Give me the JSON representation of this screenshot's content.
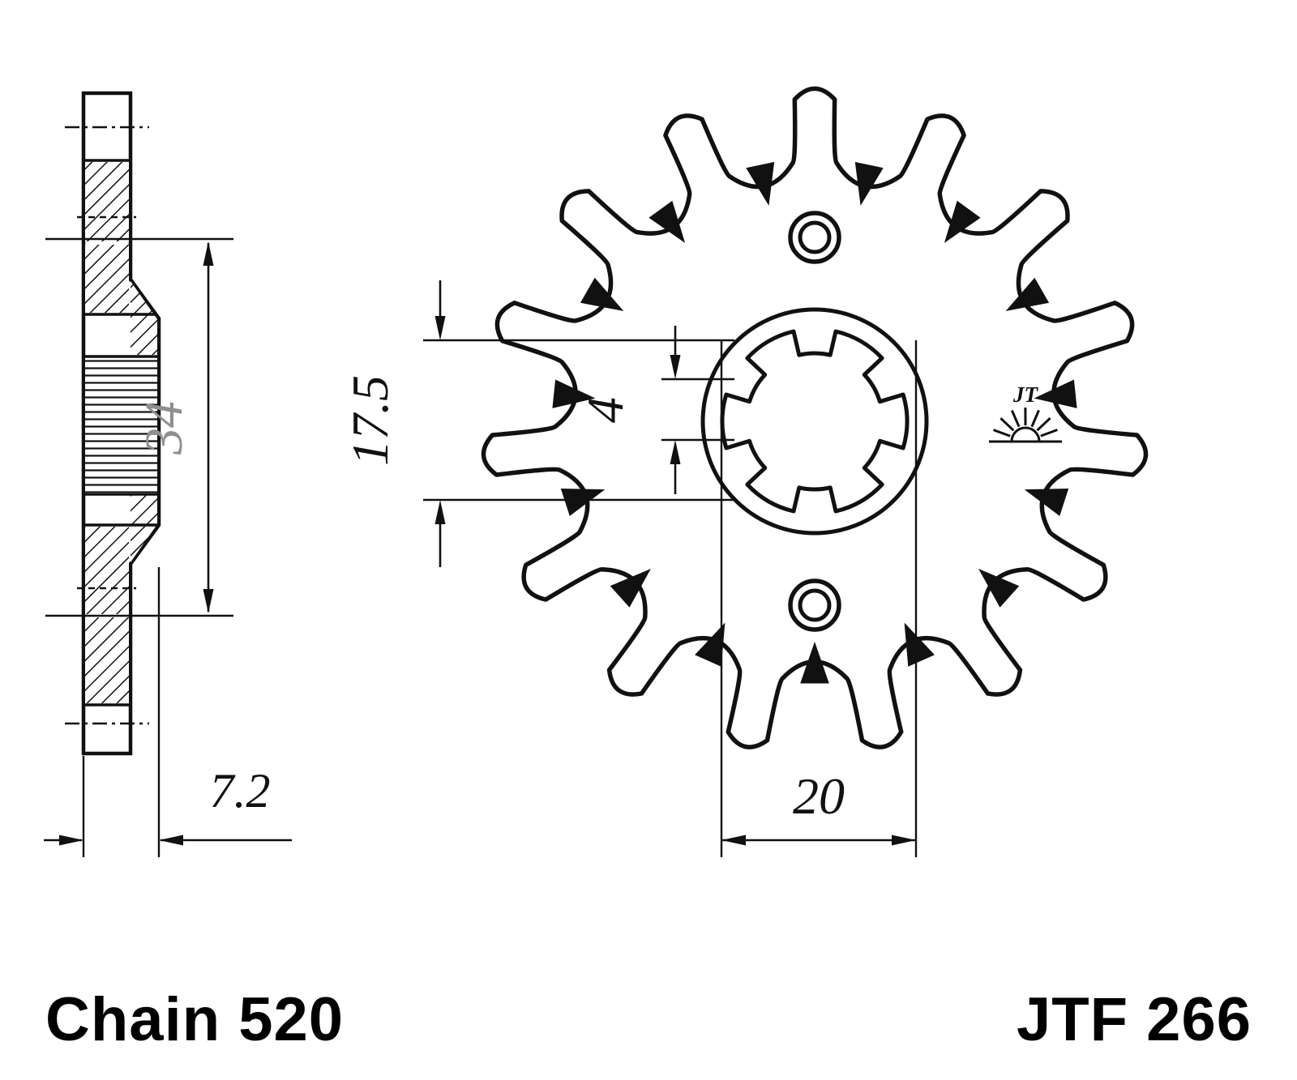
{
  "drawing": {
    "title_left": "Chain 520",
    "title_right": "JTF 266",
    "logo_text": "JT",
    "dims": {
      "d34": "34",
      "d72": "7.2",
      "d175": "17.5",
      "d4": "4",
      "d20": "20"
    },
    "colors": {
      "ink": "#111111",
      "dim_gray": "#8f8f8f"
    }
  }
}
